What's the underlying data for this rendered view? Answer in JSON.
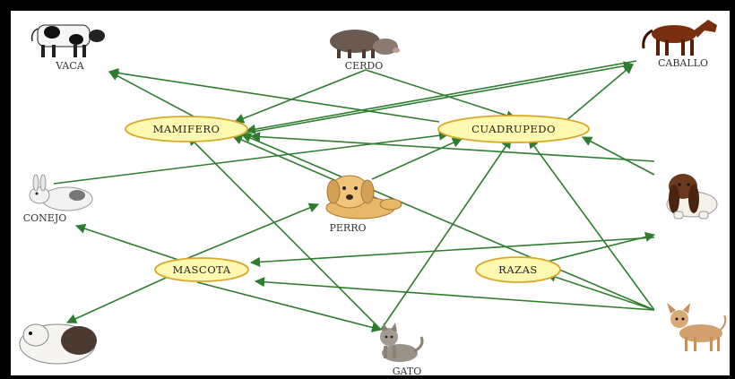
{
  "colors": {
    "arrow": "#2e7d2e",
    "node_fill": "#fff8b0",
    "node_stroke": "#d9a82a",
    "frame": "#000000"
  },
  "concepts": {
    "mamifero": "MAMIFERO",
    "cuadrupedo": "CUADRUPEDO",
    "mascota": "MASCOTA",
    "razas": "RAZAS"
  },
  "animals": {
    "vaca": "VACA",
    "cerdo": "CERDO",
    "caballo": "CABALLO",
    "conejo": "CONEJO",
    "perro": "PERRO",
    "gato": "GATO",
    "basset": "",
    "cobaya": "",
    "chihuahua": ""
  },
  "icons": [
    "cow-icon",
    "pig-icon",
    "horse-icon",
    "rabbit-icon",
    "dog-icon",
    "basset-hound-icon",
    "guinea-pig-icon",
    "cat-icon",
    "chihuahua-icon"
  ]
}
